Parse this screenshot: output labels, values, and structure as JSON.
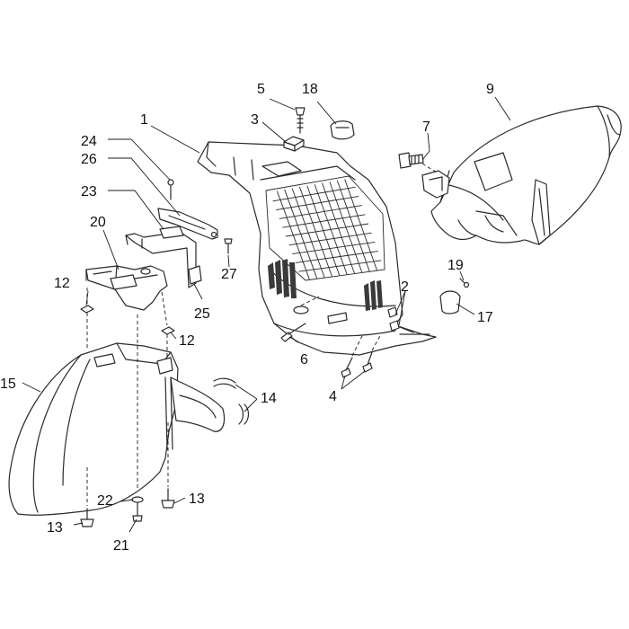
{
  "diagram": {
    "callouts": [
      {
        "id": "c1",
        "label": "1"
      },
      {
        "id": "c2",
        "label": "2"
      },
      {
        "id": "c3",
        "label": "3"
      },
      {
        "id": "c4",
        "label": "4"
      },
      {
        "id": "c5",
        "label": "5"
      },
      {
        "id": "c6",
        "label": "6"
      },
      {
        "id": "c7",
        "label": "7"
      },
      {
        "id": "c9",
        "label": "9"
      },
      {
        "id": "c12a",
        "label": "12"
      },
      {
        "id": "c12b",
        "label": "12"
      },
      {
        "id": "c13a",
        "label": "13"
      },
      {
        "id": "c13b",
        "label": "13"
      },
      {
        "id": "c14",
        "label": "14"
      },
      {
        "id": "c15",
        "label": "15"
      },
      {
        "id": "c17",
        "label": "17"
      },
      {
        "id": "c18",
        "label": "18"
      },
      {
        "id": "c19",
        "label": "19"
      },
      {
        "id": "c20",
        "label": "20"
      },
      {
        "id": "c21",
        "label": "21"
      },
      {
        "id": "c22",
        "label": "22"
      },
      {
        "id": "c23",
        "label": "23"
      },
      {
        "id": "c24",
        "label": "24"
      },
      {
        "id": "c25",
        "label": "25"
      },
      {
        "id": "c26",
        "label": "26"
      },
      {
        "id": "c27",
        "label": "27"
      }
    ]
  }
}
